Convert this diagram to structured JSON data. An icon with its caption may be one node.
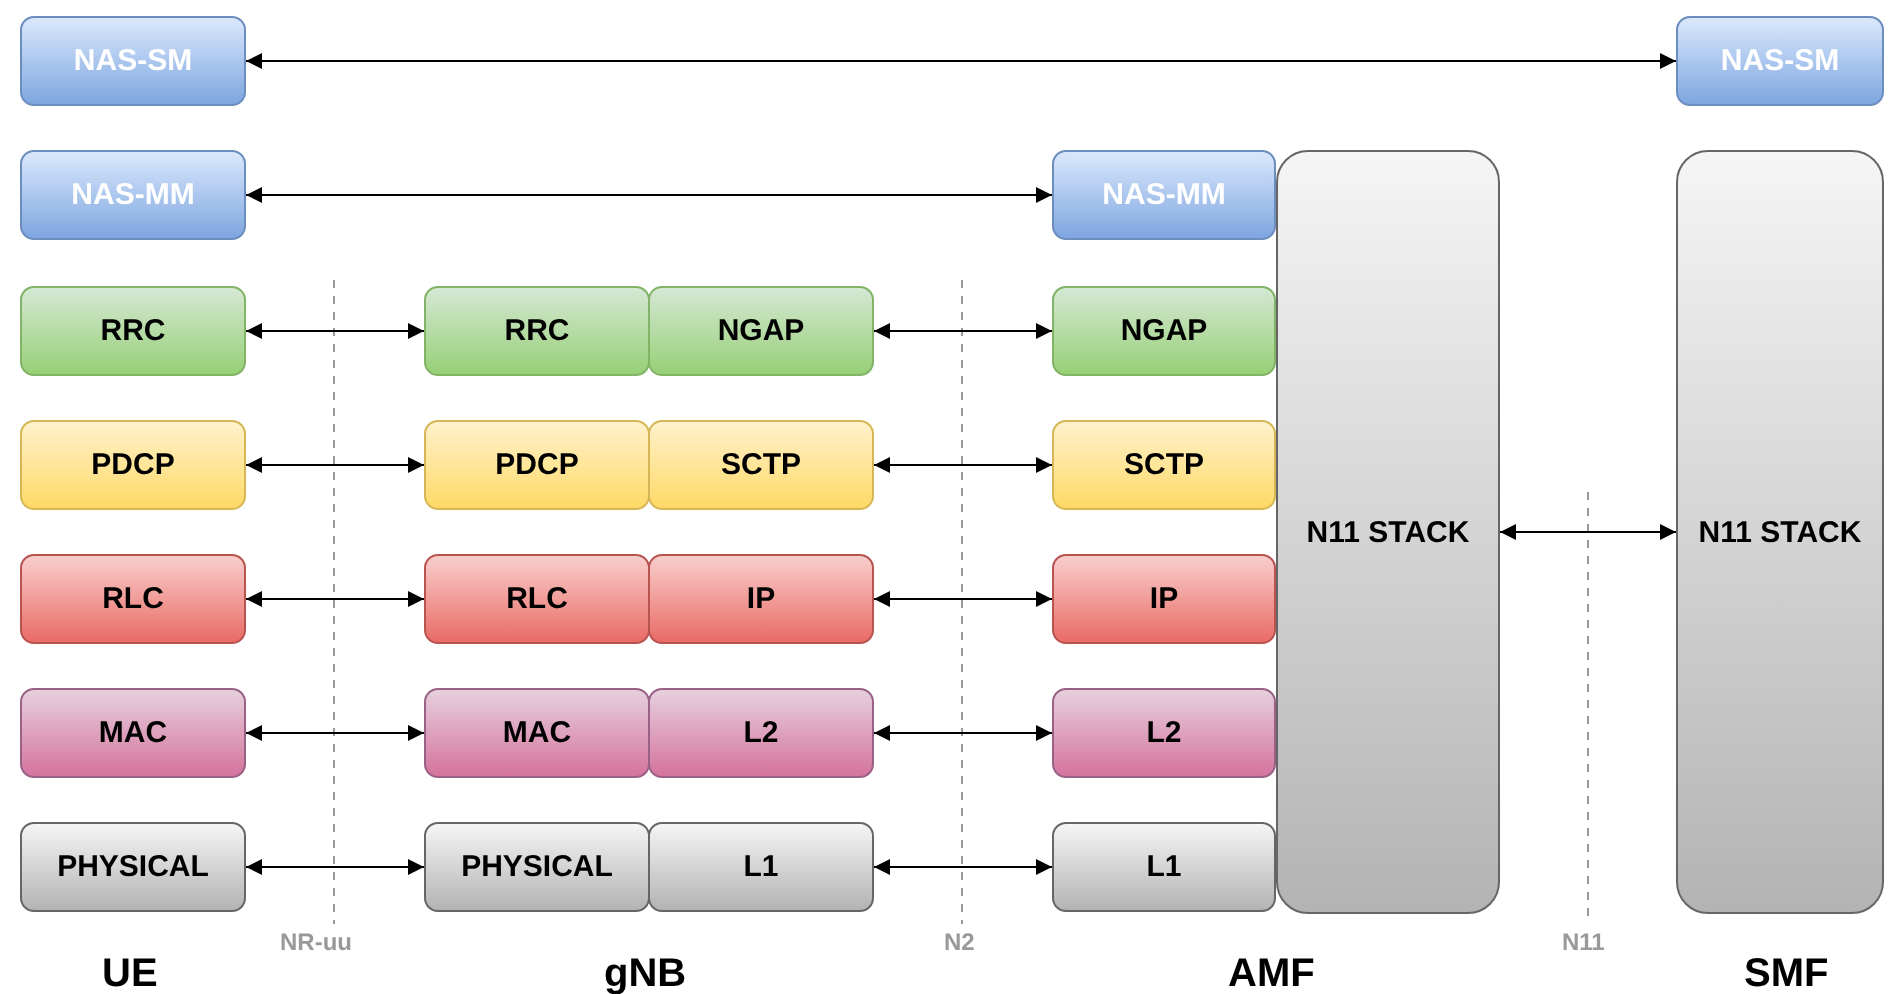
{
  "diagram": {
    "nodes": [
      {
        "text": [
          "NAS-SM"
        ]
      },
      {
        "text": [
          "NAS-SM"
        ]
      },
      {
        "text": [
          "NAS-MM"
        ]
      },
      {
        "text": [
          "NAS-MM"
        ]
      },
      {
        "text": [
          "RRC"
        ]
      },
      {
        "text": [
          "RRC"
        ]
      },
      {
        "text": [
          "NGAP"
        ]
      },
      {
        "text": [
          "NGAP"
        ]
      },
      {
        "text": [
          "PDCP"
        ]
      },
      {
        "text": [
          "PDCP"
        ]
      },
      {
        "text": [
          "SCTP"
        ]
      },
      {
        "text": [
          "SCTP"
        ]
      },
      {
        "text": [
          "RLC"
        ]
      },
      {
        "text": [
          "RLC"
        ]
      },
      {
        "text": [
          "IP"
        ]
      },
      {
        "text": [
          "IP"
        ]
      },
      {
        "text": [
          "MAC"
        ]
      },
      {
        "text": [
          "MAC"
        ]
      },
      {
        "text": [
          "L2"
        ]
      },
      {
        "text": [
          "L2"
        ]
      },
      {
        "text": [
          "PHYSICAL"
        ]
      },
      {
        "text": [
          "PHYSICAL"
        ]
      },
      {
        "text": [
          "L1"
        ]
      },
      {
        "text": [
          "L1"
        ]
      },
      {
        "text": [
          "N11 STACK"
        ]
      },
      {
        "text": [
          "N11 STACK"
        ]
      }
    ],
    "edges": [
      {
        "from": 0,
        "to": 1,
        "arrow": "both"
      },
      {
        "from": 2,
        "to": 3,
        "arrow": "both"
      },
      {
        "from": 4,
        "to": 5,
        "arrow": "both"
      },
      {
        "from": 6,
        "to": 7,
        "arrow": "both"
      },
      {
        "from": 8,
        "to": 9,
        "arrow": "both"
      },
      {
        "from": 10,
        "to": 11,
        "arrow": "both"
      },
      {
        "from": 12,
        "to": 13,
        "arrow": "both"
      },
      {
        "from": 14,
        "to": 15,
        "arrow": "both"
      },
      {
        "from": 16,
        "to": 17,
        "arrow": "both"
      },
      {
        "from": 18,
        "to": 19,
        "arrow": "both"
      },
      {
        "from": 20,
        "to": 21,
        "arrow": "both"
      },
      {
        "from": 22,
        "to": 23,
        "arrow": "both"
      },
      {
        "from": 24,
        "to": 25,
        "arrow": "both"
      }
    ],
    "labels": [
      "NR-uu",
      "N2",
      "N11",
      "UE",
      "gNB",
      "AMF",
      "SMF"
    ]
  }
}
